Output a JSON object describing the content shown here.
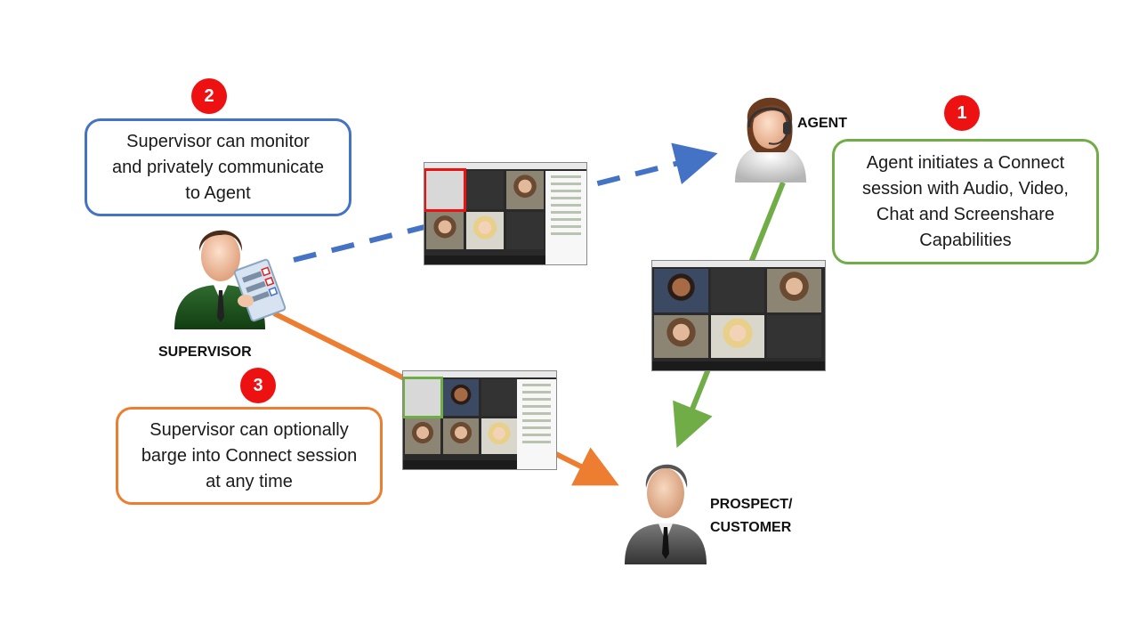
{
  "badges": {
    "step1": "1",
    "step2": "2",
    "step3": "3"
  },
  "callouts": {
    "step1": [
      "Agent initiates a Connect",
      "session with Audio, Video,",
      "Chat and Screenshare",
      "Capabilities"
    ],
    "step2": [
      "Supervisor can monitor",
      "and privately communicate",
      "to Agent"
    ],
    "step3": [
      "Supervisor can optionally",
      "barge into Connect session",
      "at any time"
    ]
  },
  "roles": {
    "agent": "AGENT",
    "supervisor": "SUPERVISOR",
    "customer_line1": "PROSPECT/",
    "customer_line2": "CUSTOMER"
  },
  "colors": {
    "step1": "#70ad47",
    "step2": "#4472c4",
    "step3": "#ed7d31",
    "badge": "#ee1111"
  },
  "icons": {
    "agent": "agent-headset-icon",
    "supervisor": "supervisor-clipboard-icon",
    "customer": "customer-businessman-icon"
  }
}
